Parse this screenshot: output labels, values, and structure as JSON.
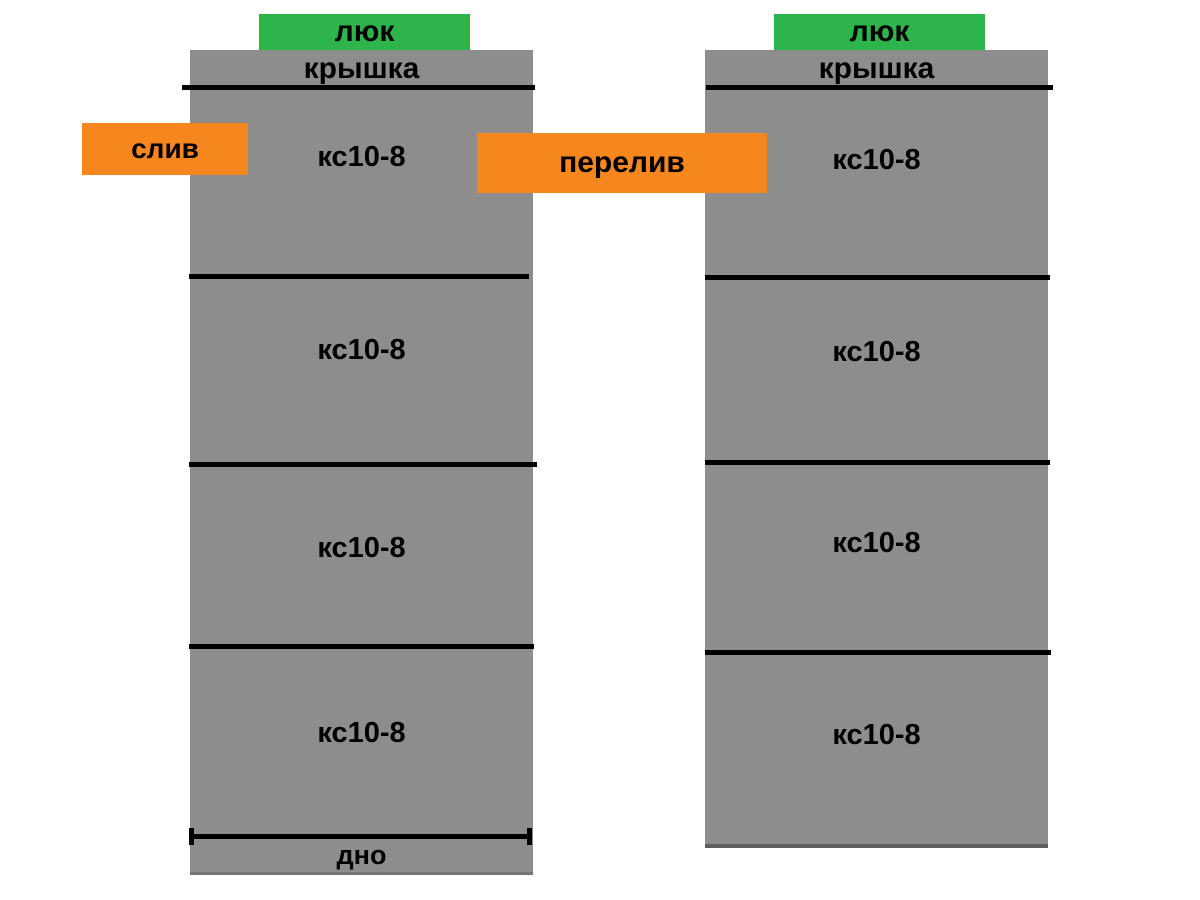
{
  "colors": {
    "concrete_gray": "#8d8d8d",
    "hatch_green": "#2db44b",
    "callout_orange": "#f6861e",
    "joint_line_black": "#000000",
    "background_white": "#ffffff"
  },
  "left_well": {
    "hatch_label": "люк",
    "cover_label": "крышка",
    "rings": [
      {
        "label": "кс10-8"
      },
      {
        "label": "кс10-8"
      },
      {
        "label": "кс10-8"
      },
      {
        "label": "кс10-8"
      }
    ],
    "bottom_label": "дно"
  },
  "right_well": {
    "hatch_label": "люк",
    "cover_label": "крышка",
    "rings": [
      {
        "label": "кс10-8"
      },
      {
        "label": "кс10-8"
      },
      {
        "label": "кс10-8"
      },
      {
        "label": "кс10-8"
      }
    ]
  },
  "callouts": {
    "drain_label": "слив",
    "overflow_label": "перелив"
  }
}
